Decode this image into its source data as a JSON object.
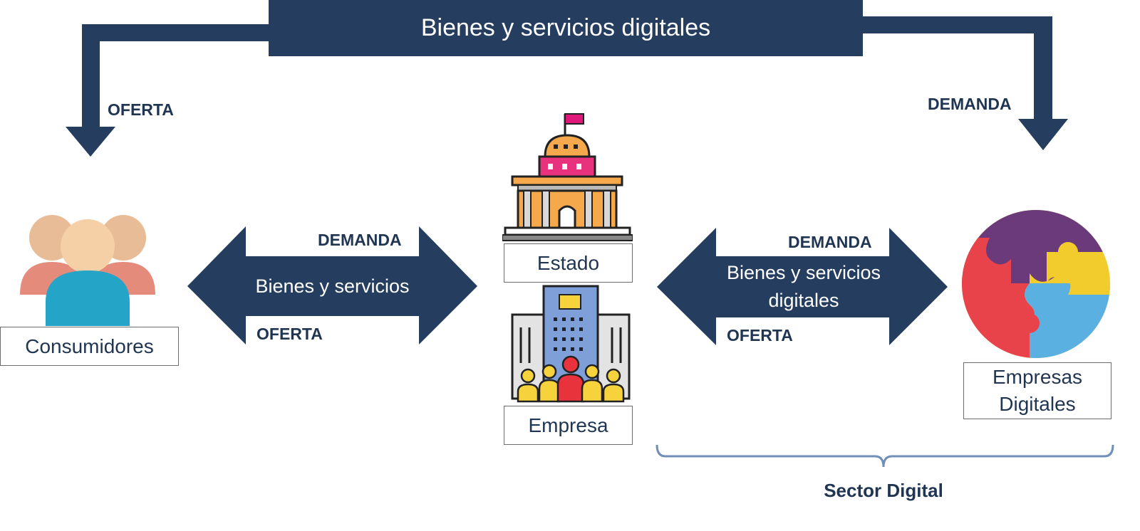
{
  "top_banner": {
    "label": "Bienes y servicios digitales"
  },
  "top_left_arrow": {
    "label": "OFERTA"
  },
  "top_right_arrow": {
    "label": "DEMANDA"
  },
  "left_exchange": {
    "top_label": "DEMANDA",
    "center_label": "Bienes y servicios",
    "bottom_label": "OFERTA"
  },
  "right_exchange": {
    "top_label": "DEMANDA",
    "center_line1": "Bienes y servicios",
    "center_line2": "digitales",
    "bottom_label": "OFERTA"
  },
  "nodes": {
    "consumidores": {
      "label": "Consumidores",
      "icon": "people-icon"
    },
    "estado": {
      "label": "Estado",
      "icon": "government-building-icon"
    },
    "empresa": {
      "label": "Empresa",
      "icon": "office-building-icon"
    },
    "empresas_digitales": {
      "line1": "Empresas",
      "line2": "Digitales",
      "icon": "puzzle-icon"
    }
  },
  "sector": {
    "label": "Sector Digital"
  },
  "colors": {
    "arrow": "#253D5E",
    "text_dark": "#1F3552",
    "brace": "#6F8EB8"
  }
}
